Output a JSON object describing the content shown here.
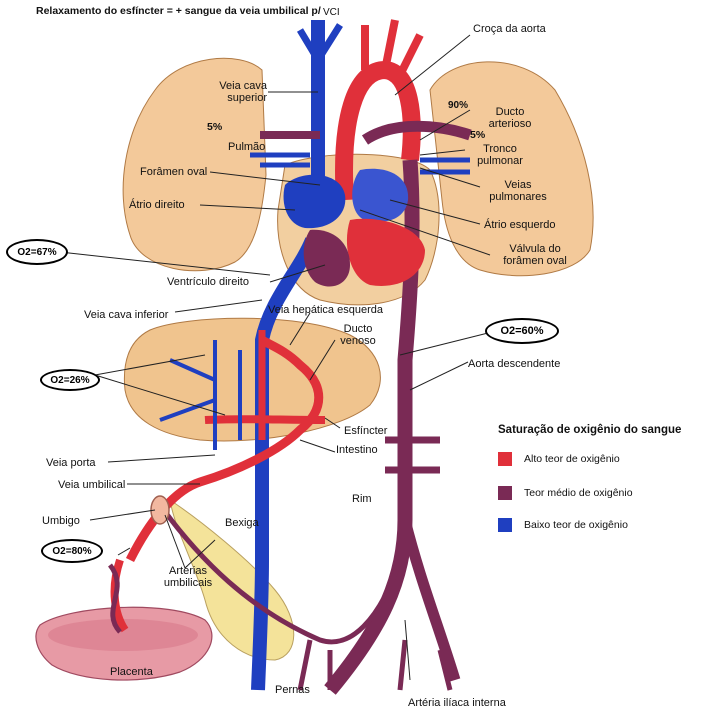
{
  "header": "Relaxamento do esfíncter = + sangue da veia umbilical p/",
  "header_suffix": "VCI",
  "labels": {
    "croca_aorta": "Croça da aorta",
    "veia_cava_sup_1": "Veia cava",
    "veia_cava_sup_2": "superior",
    "pct_90": "90%",
    "ducto_arterioso_1": "Ducto",
    "ducto_arterioso_2": "arterioso",
    "pct_5_left": "5%",
    "pct_5_right": "5%",
    "pulmao": "Pulmão",
    "tronco_pulmonar_1": "Tronco",
    "tronco_pulmonar_2": "pulmonar",
    "foramen_oval": "Forâmen oval",
    "veias_pulmonares_1": "Veias",
    "veias_pulmonares_2": "pulmonares",
    "atrio_direito": "Átrio direito",
    "atrio_esquerdo": "Átrio esquerdo",
    "valvula_1": "Válvula do",
    "valvula_2": "forâmen oval",
    "ventriculo_direito": "Ventrículo direito",
    "veia_cava_inf": "Veia cava inferior",
    "veia_hepatica": "Veia hepática esquerda",
    "ducto_venoso_1": "Ducto",
    "ducto_venoso_2": "venoso",
    "aorta_descendente": "Aorta descendente",
    "esfincter": "Esfíncter",
    "intestino": "Intestino",
    "veia_porta": "Veia porta",
    "veia_umbilical": "Veia umbilical",
    "rim": "Rim",
    "umbigo": "Umbigo",
    "bexiga": "Bexiga",
    "arterias_umb_1": "Artérias",
    "arterias_umb_2": "umbilicais",
    "placenta": "Placenta",
    "pernas": "Pernas",
    "arteria_iliaca": "Artéria ilíaca interna"
  },
  "o2_tags": {
    "o2_67": "O2=67%",
    "o2_60": "O2=60%",
    "o2_26": "O2=26%",
    "o2_80": "O2=80%"
  },
  "legend": {
    "title": "Saturação de oxigênio do sangue",
    "items": [
      {
        "label": "Alto teor de oxigênio",
        "color": "#e0303a"
      },
      {
        "label": "Teor médio de oxigênio",
        "color": "#7a2a55"
      },
      {
        "label": "Baixo teor de oxigênio",
        "color": "#1f3fc0"
      }
    ]
  },
  "colors": {
    "lung": "#f3c99a",
    "liver": "#f0c48e",
    "heart_pericardium": "#f2cfa0",
    "high_o2": "#e0303a",
    "mid_o2": "#7a2a55",
    "low_o2": "#1f3fc0",
    "placenta": "#e79aa5",
    "bladder": "#f4e39a"
  }
}
